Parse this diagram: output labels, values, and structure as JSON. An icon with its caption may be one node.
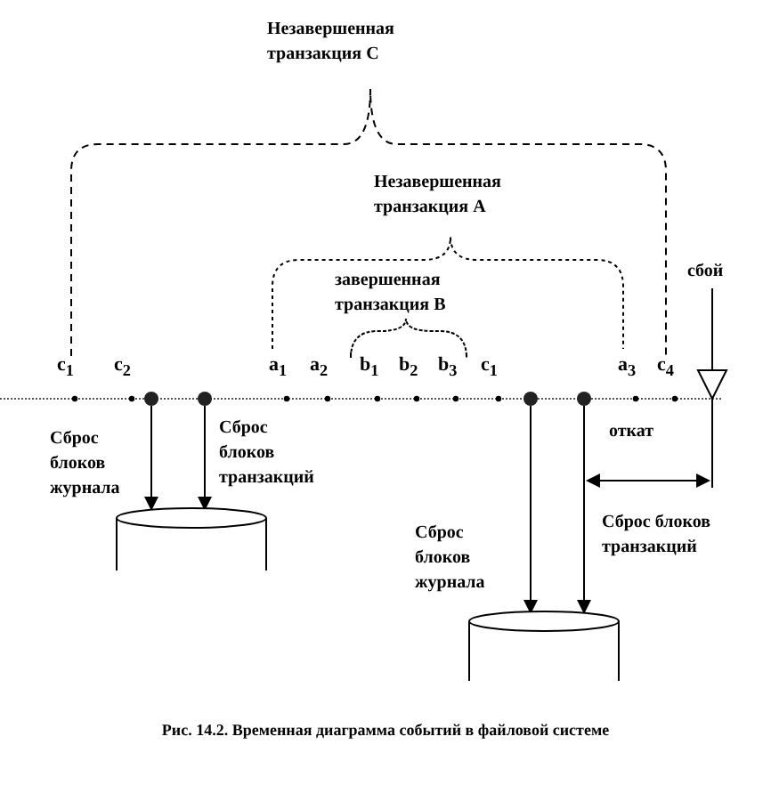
{
  "diagram": {
    "caption": "Рис. 14.2. Временная диаграмма событий в файловой системе",
    "nodes": [
      {
        "text": [],
        "shape": "circle"
      },
      {
        "text": [],
        "shape": "circle"
      },
      {
        "text": [],
        "shape": "cylinder"
      },
      {
        "text": [],
        "shape": "circle"
      },
      {
        "text": [],
        "shape": "circle"
      },
      {
        "text": [],
        "shape": "cylinder"
      },
      {
        "text": [
          "сбой"
        ]
      }
    ],
    "edges": [
      {
        "from": 0,
        "to": 2,
        "arrow": "to",
        "label": "Сброс блоков журнала"
      },
      {
        "from": 1,
        "to": 2,
        "arrow": "to",
        "label": "Сброс блоков транзакций"
      },
      {
        "from": 3,
        "to": 5,
        "arrow": "to",
        "label": "Сброс блоков журнала"
      },
      {
        "from": 4,
        "to": 5,
        "arrow": "to",
        "label": "Сброс блоков транзакций"
      },
      {
        "from": 6,
        "to": null,
        "arrow": "to"
      }
    ],
    "labels": [
      "Незавершенная транзакция C",
      "Незавершенная транзакция A",
      "завершенная транзакция B",
      "c$_{1}$",
      "c$_{2}$",
      "a$_{1}$",
      "a$_{2}$",
      "b$_{1}$",
      "b$_{2}$",
      "b$_{3}$",
      "c$_{1}$",
      "a$_{3}$",
      "c$_{4}$",
      "откат"
    ]
  }
}
